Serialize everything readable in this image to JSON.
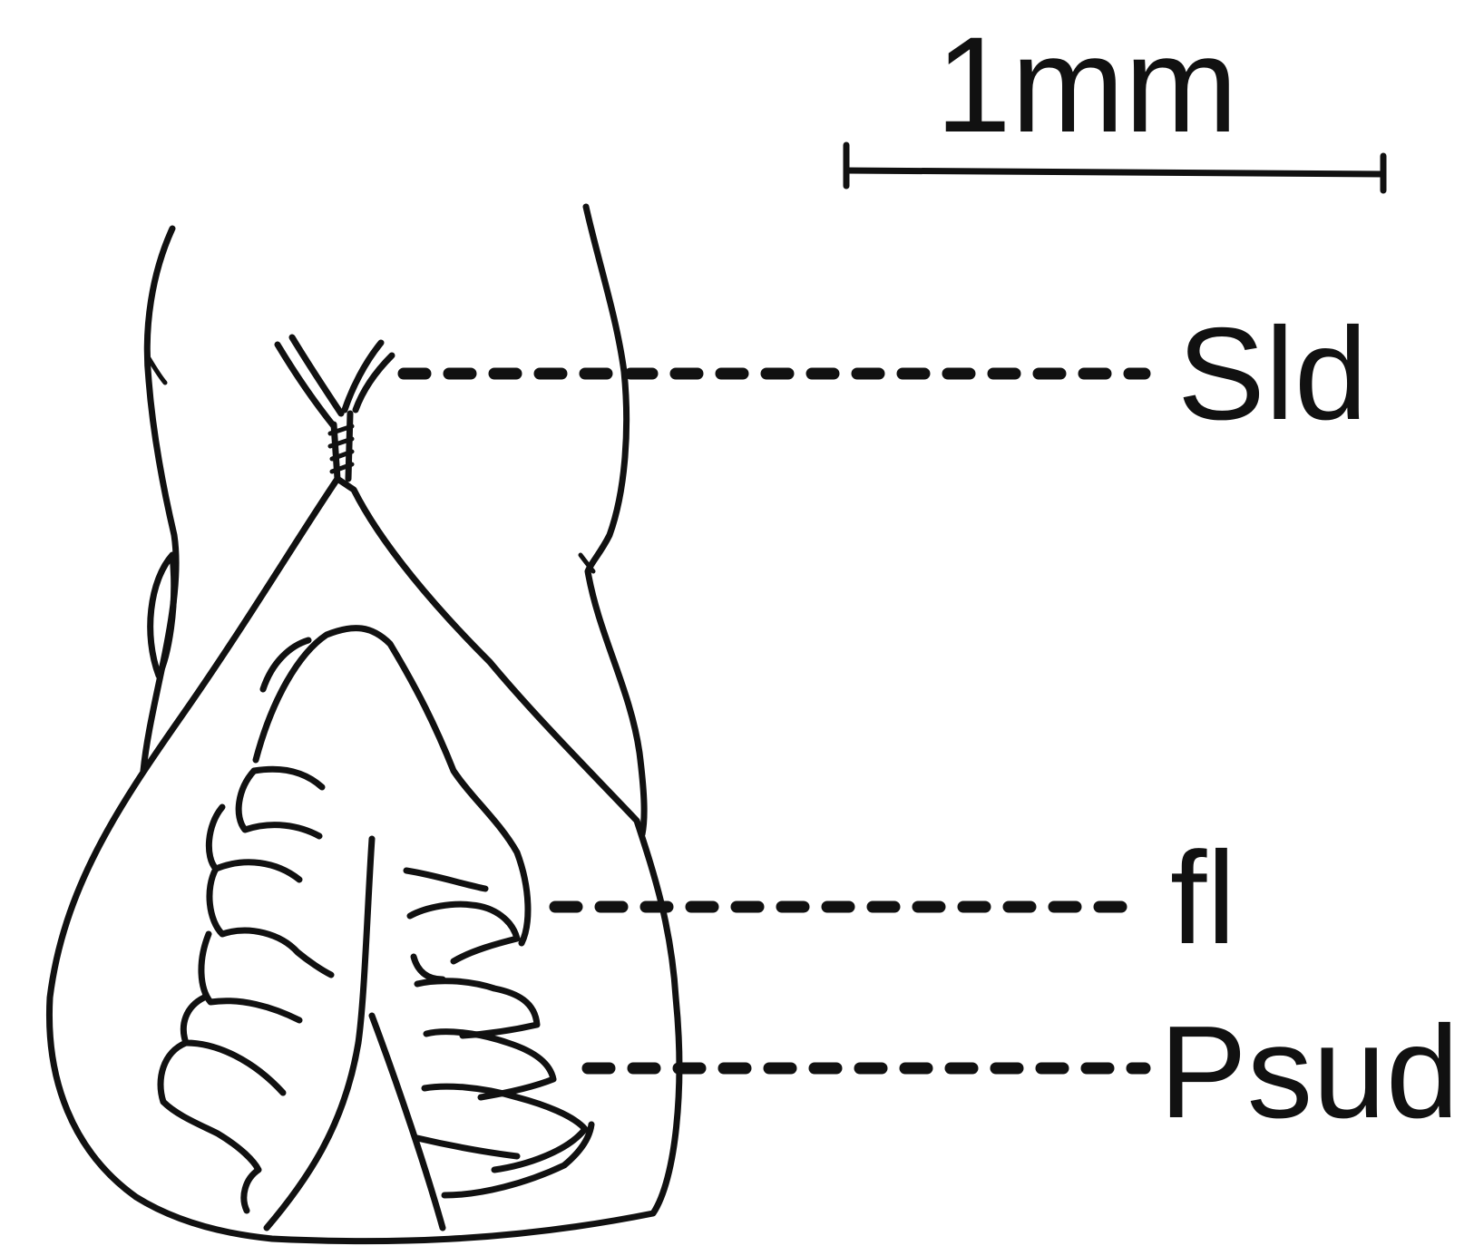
{
  "scale_bar": {
    "label": "1mm"
  },
  "labels": {
    "sld": "Sld",
    "fl": "fl",
    "psud": "Psud"
  },
  "colors": {
    "ink": "#111111",
    "background": "#ffffff"
  }
}
